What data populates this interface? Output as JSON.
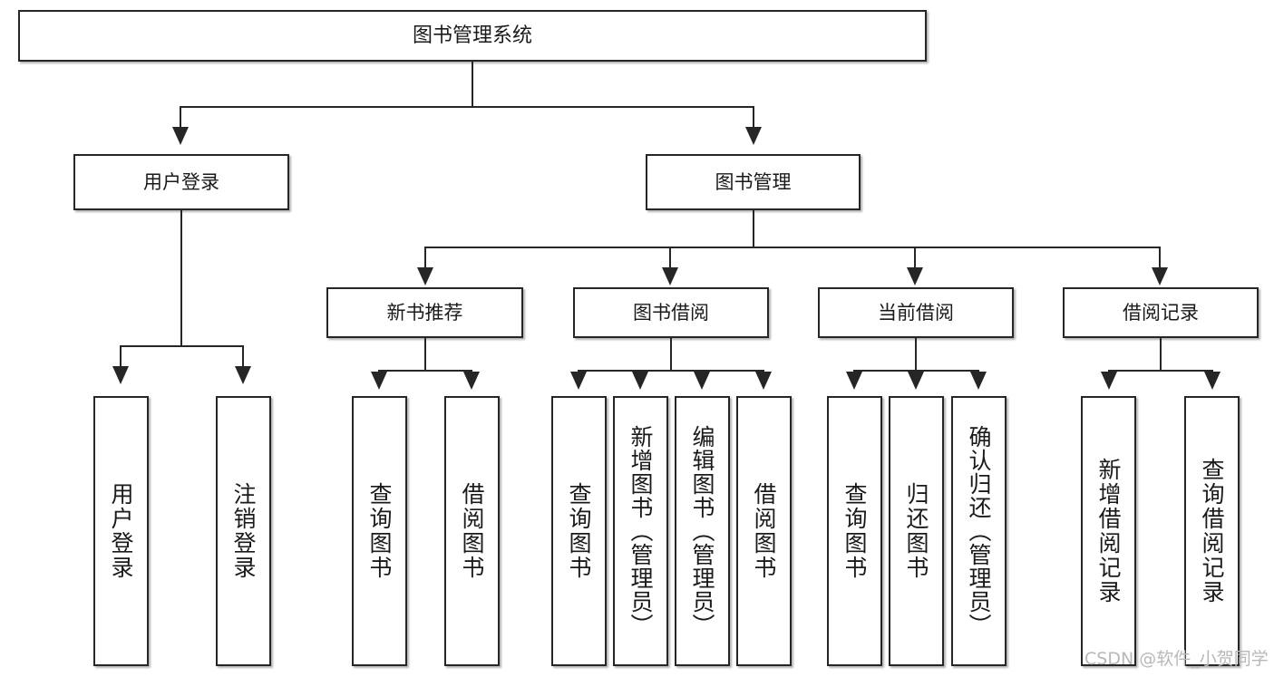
{
  "diagram": {
    "type": "tree-flowchart",
    "title": "图书管理系统",
    "root": {
      "label": "图书管理系统"
    },
    "level1": [
      {
        "label": "用户登录"
      },
      {
        "label": "图书管理"
      }
    ],
    "level2": [
      {
        "label": "新书推荐"
      },
      {
        "label": "图书借阅"
      },
      {
        "label": "当前借阅"
      },
      {
        "label": "借阅记录"
      }
    ],
    "leaves": {
      "user_login": [
        {
          "label": "用户登录"
        },
        {
          "label": "注销登录"
        }
      ],
      "new_book_recommend": [
        {
          "label": "查询图书"
        },
        {
          "label": "借阅图书"
        }
      ],
      "book_borrow": [
        {
          "label": "查询图书"
        },
        {
          "label": "新增图书（管理员）"
        },
        {
          "label": "编辑图书（管理员）"
        },
        {
          "label": "借阅图书"
        }
      ],
      "current_borrow": [
        {
          "label": "查询图书"
        },
        {
          "label": "归还图书"
        },
        {
          "label": "确认归还（管理员）"
        }
      ],
      "borrow_record": [
        {
          "label": "新增借阅记录"
        },
        {
          "label": "查询借阅记录"
        }
      ]
    }
  },
  "watermark": {
    "text": "CSDN @软件_小贺同学"
  },
  "colors": {
    "stroke": "#262626",
    "fill": "#ffffff",
    "text": "#1a1a1a",
    "watermark": "#b8b8b8"
  }
}
